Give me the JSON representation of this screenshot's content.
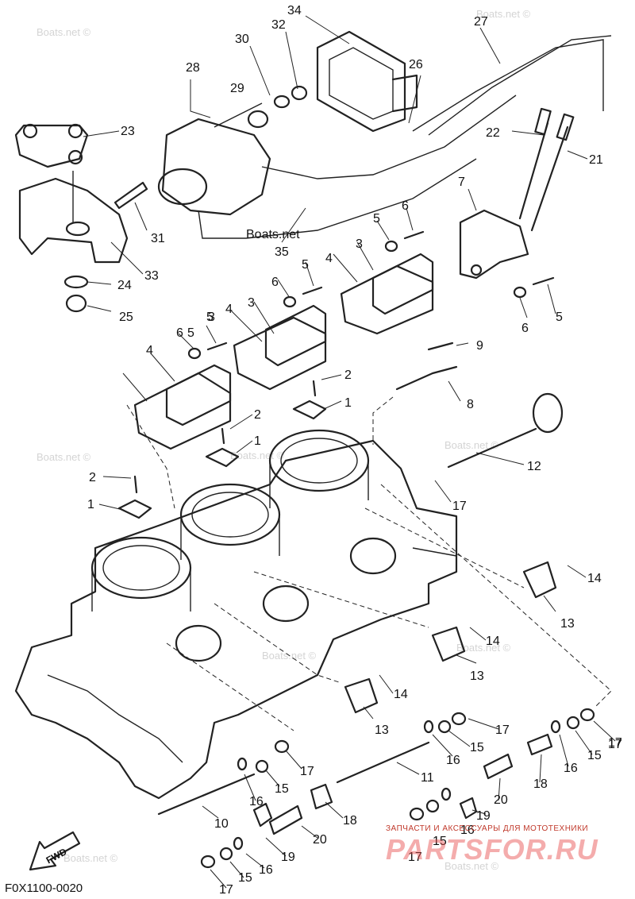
{
  "drawing_code": "F0X1100-0020",
  "watermark_text": "Boats.net ©",
  "inline_label": "Boats.net",
  "brand": {
    "tagline": "ЗАПЧАСТИ И АКСЕССУАРЫ ДЛЯ МОТОТЕХНИКИ",
    "logo": "PARTSFOR.RU"
  },
  "fwd_label": "FWD",
  "callouts": [
    "34",
    "32",
    "30",
    "28",
    "29",
    "27",
    "26",
    "22",
    "21",
    "23",
    "31",
    "33",
    "35",
    "24",
    "25",
    "7",
    "6",
    "5",
    "5",
    "3",
    "4",
    "6",
    "5",
    "3",
    "4",
    "6",
    "5",
    "6",
    "5",
    "3",
    "4",
    "9",
    "2",
    "1",
    "8",
    "2",
    "1",
    "12",
    "2",
    "1",
    "17",
    "14",
    "13",
    "14",
    "13",
    "14",
    "13",
    "17",
    "17",
    "15",
    "16",
    "15",
    "16",
    "17",
    "18",
    "11",
    "20",
    "10",
    "18",
    "19",
    "20",
    "16",
    "15",
    "17",
    "15",
    "16",
    "17",
    "19",
    "15",
    "16",
    "17"
  ]
}
